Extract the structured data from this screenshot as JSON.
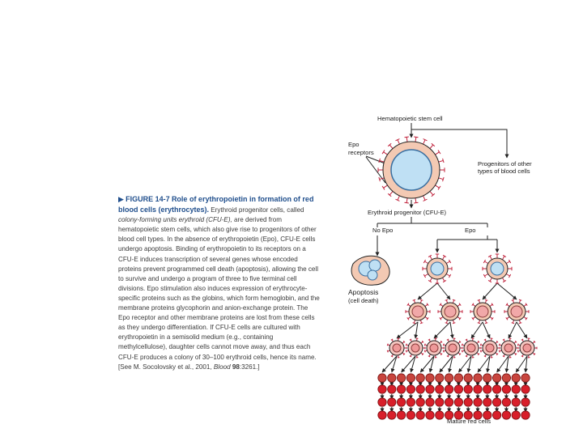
{
  "caption": {
    "marker": "▶",
    "figure_label": "FIGURE 14-7",
    "figure_title": "Role of erythropoietin in formation of red blood cells (erythrocytes).",
    "text_1": "Erythroid progenitor cells, called",
    "text_2_italic": "colony-forming units erythroid (CFU-E),",
    "text_3": "are derived from hematopoietic stem cells, which also give rise to progenitors of other blood cell types. In the absence of erythropoietin (Epo), CFU-E cells undergo apoptosis. Binding of erythropoietin to its receptors on a CFU-E induces transcription of several genes whose encoded proteins prevent programmed cell death (apoptosis), allowing the cell to survive and undergo a program of three to five terminal cell divisions. Epo stimulation also induces expression of erythrocyte-specific proteins such as the globins, which form hemoglobin, and the membrane proteins glycophorin and anion-exchange protein. The Epo receptor and other membrane proteins are lost from these cells as they undergo differentiation. If CFU-E cells are cultured with erythropoietin in a semisolid medium (e.g., containing methylcellulose), daughter cells cannot move away, and thus each CFU-E produces a colony of 30–100 erythroid cells, hence its name. [See M. Socolovsky et al., 2001,",
    "ref_journal": "Blood",
    "ref_volume": "98",
    "ref_end": ":3261.]"
  },
  "diagram": {
    "stem_cell_label": "Hematopoietic stem cell",
    "epo_receptors_label_line1": "Epo",
    "epo_receptors_label_line2": "receptors",
    "other_progenitors_line1": "Progenitors of other",
    "other_progenitors_line2": "types of blood cells",
    "erythroid_progenitor_label": "Erythroid progenitor (CFU-E)",
    "no_epo_label": "No Epo",
    "epo_label": "Epo",
    "apoptosis_label": "Apoptosis",
    "cell_death_label": "(cell death)",
    "mature_label": "Mature red cells"
  },
  "colors": {
    "caption_accent": "#1f4e8c",
    "receptor": "#c0203a",
    "cell_outer": "#f3c9b3",
    "cell_nucleus": "#bfe0f4",
    "red_cell": "#d81f2a",
    "arrow": "#222222"
  }
}
